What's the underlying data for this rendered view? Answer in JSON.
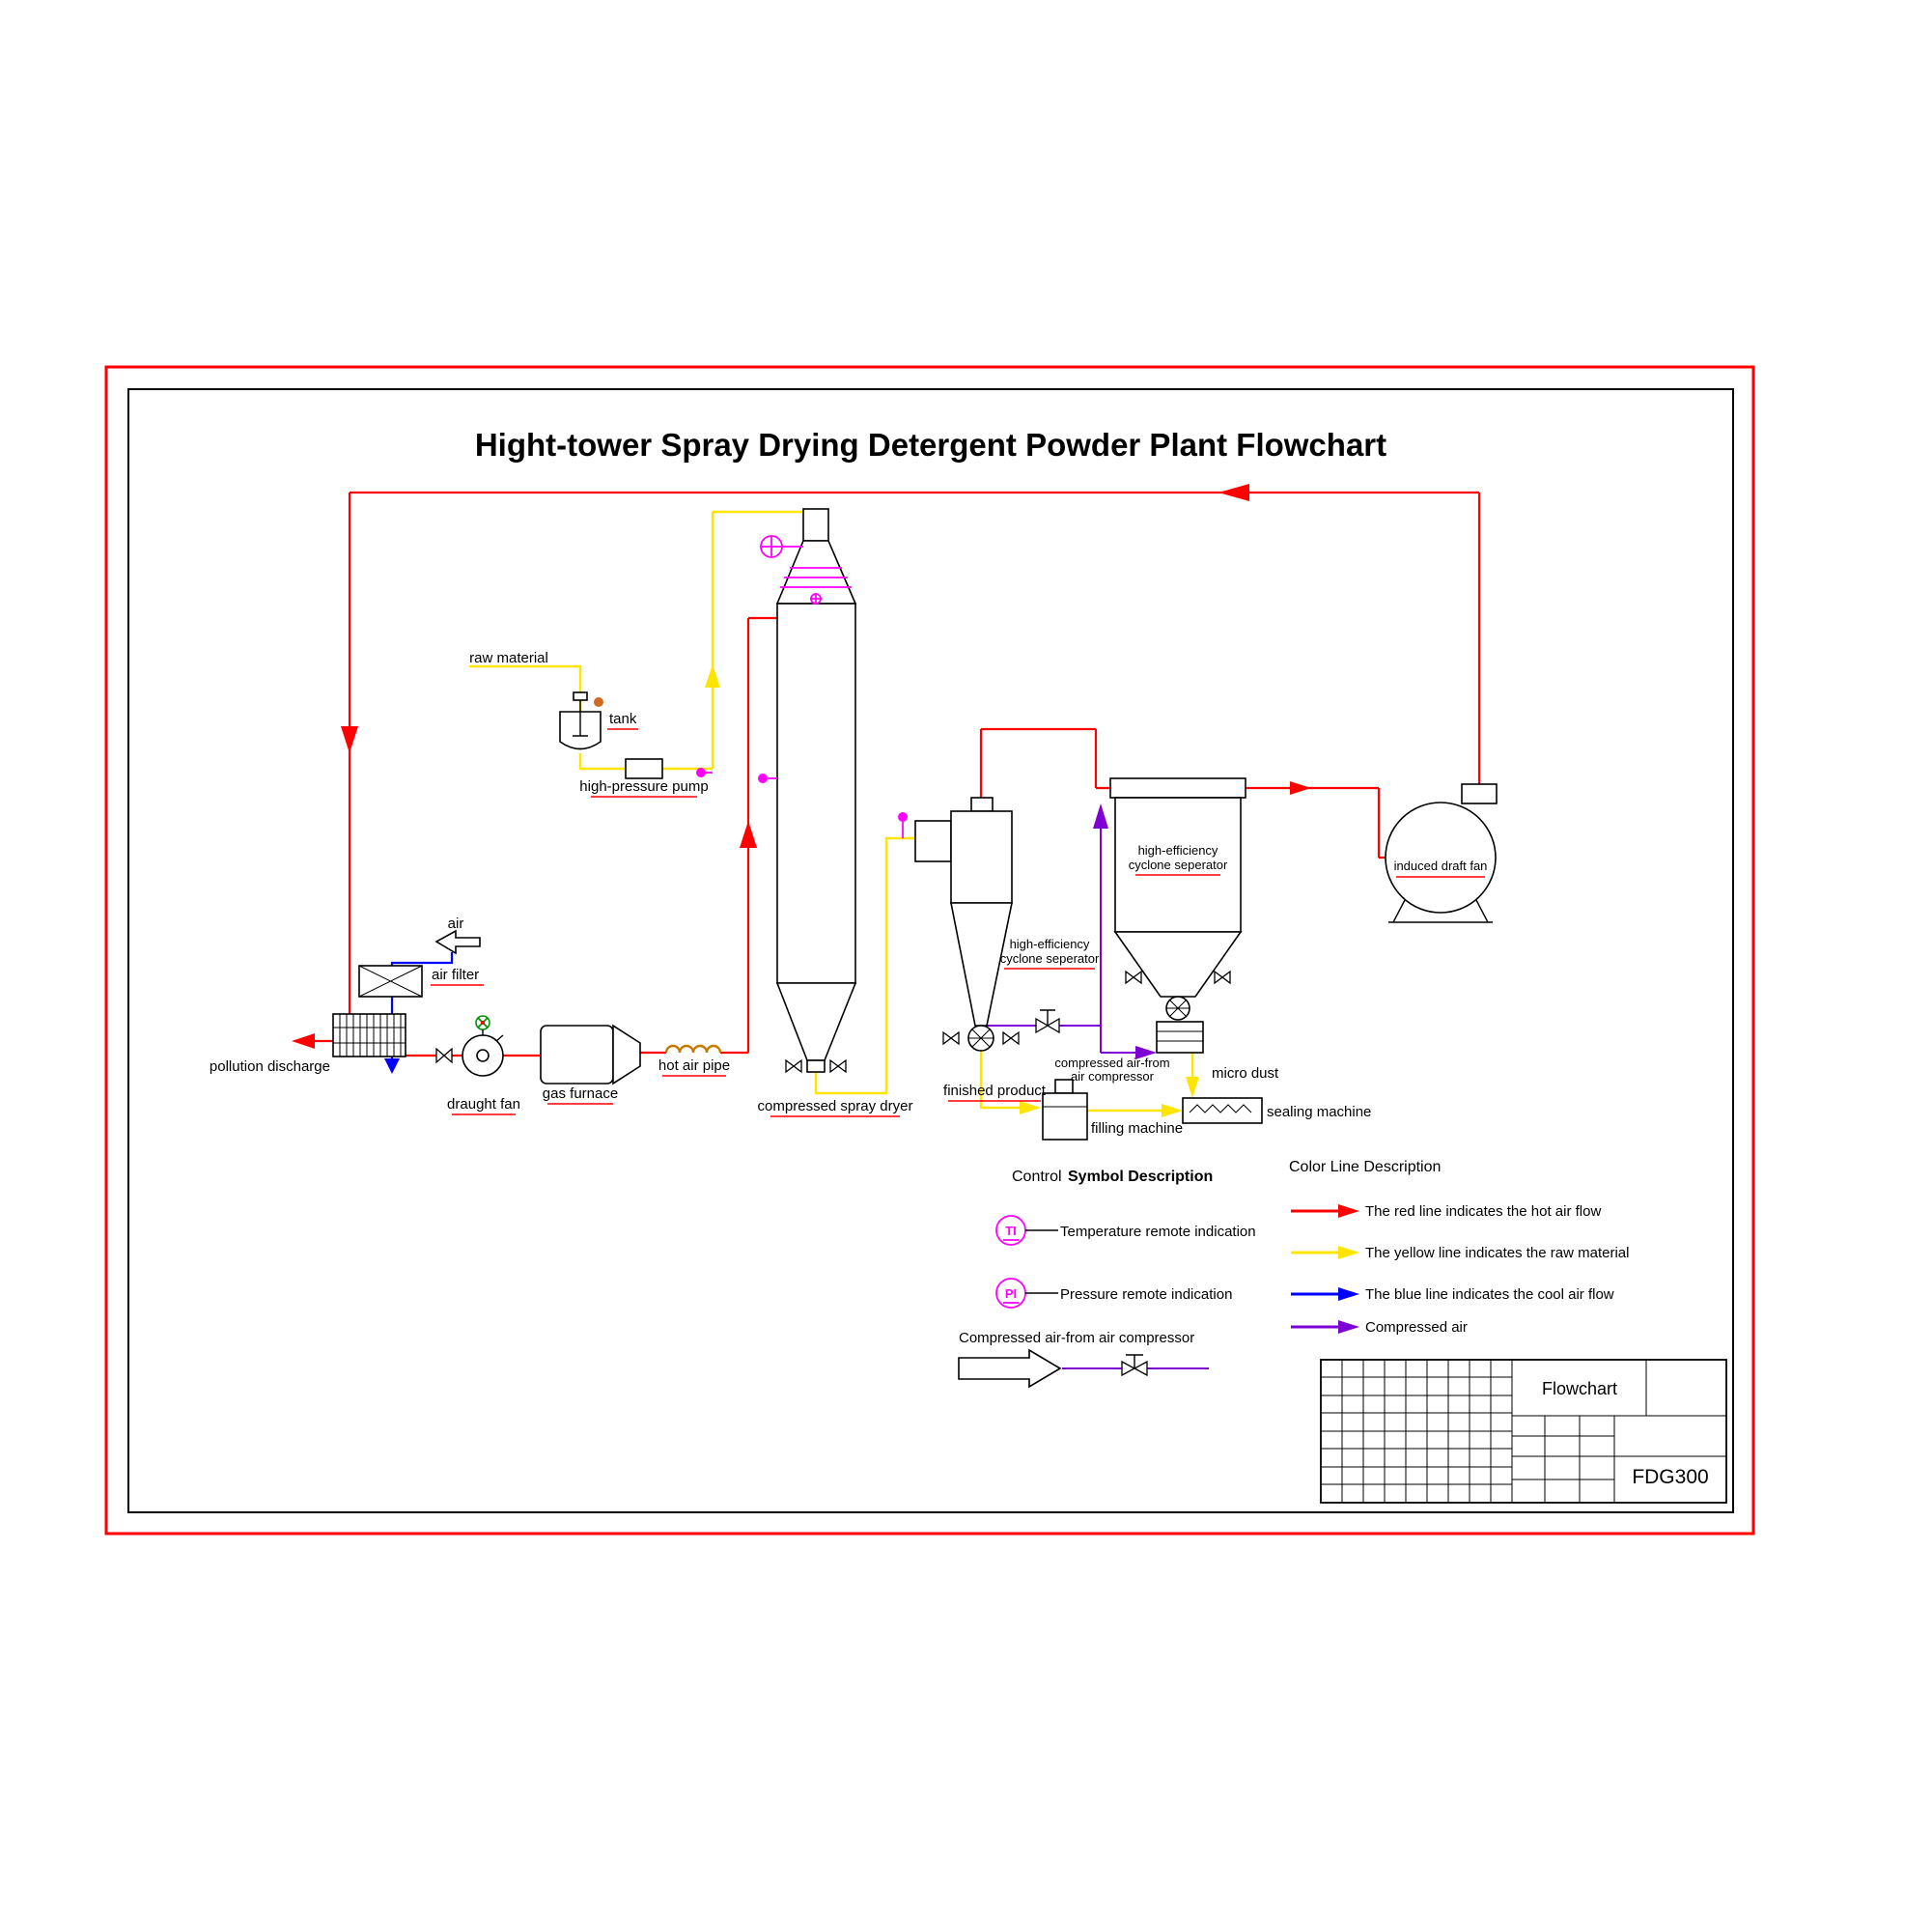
{
  "title": "Hight-tower Spray Drying Detergent Powder Plant Flowchart",
  "colors": {
    "hot_air_red": "#ff0000",
    "raw_material_yellow": "#ffe400",
    "cool_air_blue": "#0000ff",
    "compressed_air_purple": "#7f00d4",
    "instrument_magenta": "#ff00ff",
    "border_red": "#ff0000"
  },
  "diagram_labels": {
    "raw_material": "raw material",
    "tank": "tank",
    "high_pressure_pump": "high-pressure pump",
    "air": "air",
    "air_filter": "air filter",
    "pollution_discharge": "pollution discharge",
    "draught_fan": "draught fan",
    "gas_furnace": "gas furnace",
    "hot_air_pipe": "hot air pipe",
    "compressed_spray_dryer": "compressed spray dryer",
    "cyclone_line1": "high-efficiency",
    "cyclone_line2": "cyclone seperator",
    "induced_draft_fan": "induced draft fan",
    "compressed_air_line1": "compressed air-from",
    "compressed_air_line2": "air compressor",
    "finished_product": "finished product",
    "filling_machine": "filling machine",
    "micro_dust": "micro dust",
    "sealing_machine": "sealing machine"
  },
  "symbol_legend": {
    "heading_prefix": "Control",
    "heading_main": "Symbol Description",
    "ti_abbrev": "TI",
    "ti_label": "Temperature remote indication",
    "pi_abbrev": "PI",
    "pi_label": "Pressure remote indication",
    "compressed_air_label": "Compressed air-from air compressor"
  },
  "color_legend": {
    "heading": "Color Line Description",
    "items": [
      {
        "color": "#ff0000",
        "label": "The red line indicates the hot air flow"
      },
      {
        "color": "#ffe400",
        "label": "The yellow line indicates the raw material"
      },
      {
        "color": "#0000ff",
        "label": "The blue line indicates the cool air flow"
      },
      {
        "color": "#7f00d4",
        "label": "Compressed air"
      }
    ]
  },
  "title_block": {
    "drawing_name": "Flowchart",
    "model_no": "FDG300"
  }
}
